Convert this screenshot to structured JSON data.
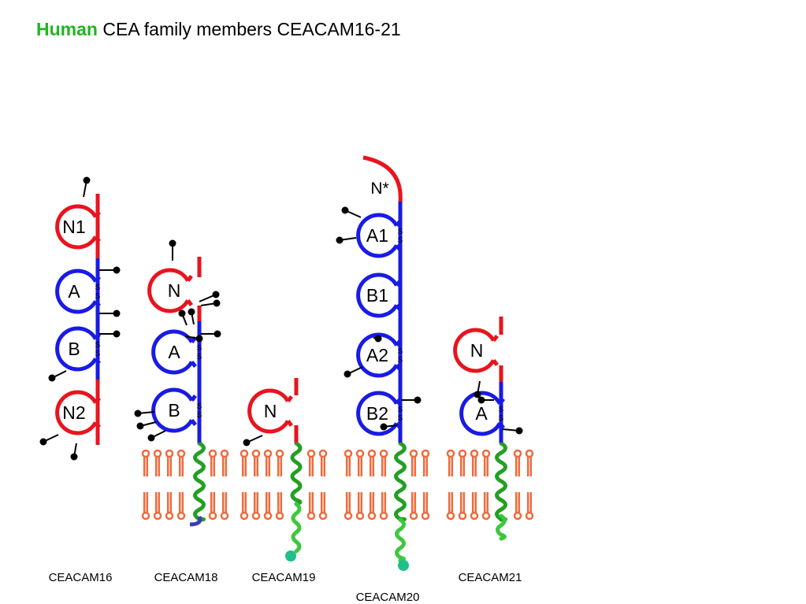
{
  "title": {
    "highlight": "Human",
    "rest": " CEA family members CEACAM16-21"
  },
  "colors": {
    "n_domain": "#e8141e",
    "a_b_domain": "#1a1ae6",
    "transmembrane": "#22a022",
    "tail_light": "#3cc83c",
    "gpi_anchor": "#1fbf8a",
    "lipid": "#f06a3c",
    "glycan": "#000000",
    "tail_blue": "#3c3cb4"
  },
  "disulfide_label": "S",
  "proteins": [
    {
      "name": "CEACAM16",
      "domains": [
        {
          "label": "N1",
          "type": "N"
        },
        {
          "label": "A",
          "type": "A",
          "disulfide": true
        },
        {
          "label": "B",
          "type": "B",
          "disulfide": true
        },
        {
          "label": "N2",
          "type": "N"
        }
      ],
      "membrane": "none"
    },
    {
      "name": "CEACAM18",
      "domains": [
        {
          "label": "N",
          "type": "N"
        },
        {
          "label": "A",
          "type": "A",
          "disulfide": true
        },
        {
          "label": "B",
          "type": "B",
          "disulfide": true
        }
      ],
      "membrane": "transmembrane"
    },
    {
      "name": "CEACAM19",
      "domains": [
        {
          "label": "N",
          "type": "N"
        }
      ],
      "membrane": "transmembrane-anchor"
    },
    {
      "name": "CEACAM20",
      "domains": [
        {
          "label": "N*",
          "type": "N"
        },
        {
          "label": "A1",
          "type": "A",
          "disulfide": true
        },
        {
          "label": "B1",
          "type": "B"
        },
        {
          "label": "A2",
          "type": "A",
          "disulfide": true
        },
        {
          "label": "B2",
          "type": "B",
          "disulfide": true
        }
      ],
      "membrane": "transmembrane-anchor"
    },
    {
      "name": "CEACAM21",
      "domains": [
        {
          "label": "N",
          "type": "N"
        },
        {
          "label": "A",
          "type": "A",
          "disulfide": true
        }
      ],
      "membrane": "transmembrane"
    }
  ]
}
